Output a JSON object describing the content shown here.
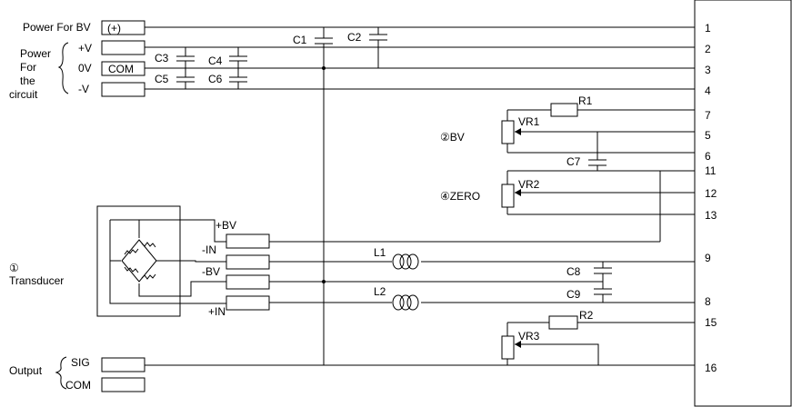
{
  "labels": {
    "power_for_bv": "Power For BV",
    "plus_box": "(+)",
    "power_line1": "Power",
    "power_line2": "For",
    "power_line3": "the",
    "power_line4": "circuit",
    "plus_v": "+V",
    "zero_v": "0V",
    "minus_v": "-V",
    "com_box": "COM",
    "bv_label": "②BV",
    "zero_label": "④ZERO",
    "transducer_num": "①",
    "transducer": "Transducer",
    "output": "Output",
    "sig": "SIG",
    "com": "COM",
    "plus_bv": "+BV",
    "minus_in": "-IN",
    "minus_bv": "-BV",
    "plus_in": "+IN"
  },
  "components": {
    "c1": "C1",
    "c2": "C2",
    "c3": "C3",
    "c4": "C4",
    "c5": "C5",
    "c6": "C6",
    "c7": "C7",
    "c8": "C8",
    "c9": "C9",
    "r1": "R1",
    "r2": "R2",
    "vr1": "VR1",
    "vr2": "VR2",
    "vr3": "VR3",
    "l1": "L1",
    "l2": "L2"
  },
  "terminals": [
    "1",
    "2",
    "3",
    "4",
    "7",
    "5",
    "6",
    "11",
    "12",
    "13",
    "9",
    "8",
    "15",
    "16"
  ]
}
